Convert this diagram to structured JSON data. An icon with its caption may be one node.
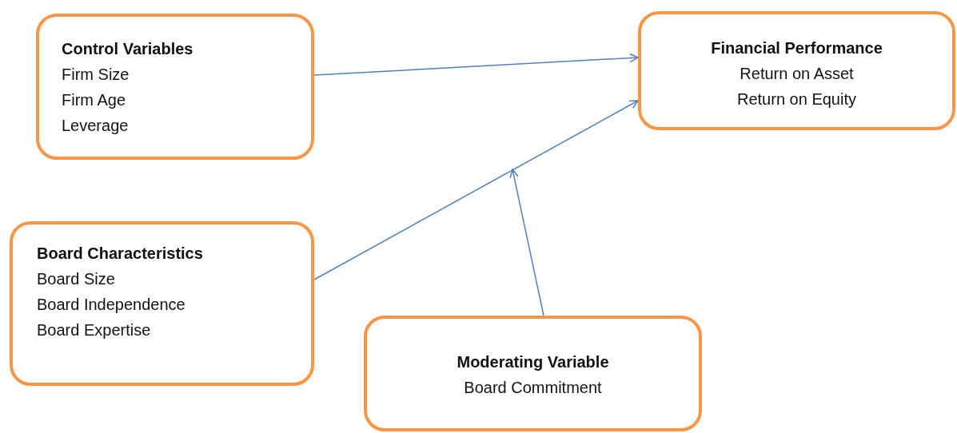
{
  "diagram": {
    "nodes": [
      {
        "text": [
          "Control Variables",
          "Firm Size",
          "Firm Age",
          "Leverage"
        ]
      },
      {
        "text": [
          "Financial Performance",
          "Return on Asset",
          "Return on Equity"
        ]
      },
      {
        "text": [
          "Board Characteristics",
          "Board Size",
          "Board Independence",
          "Board Expertise"
        ]
      },
      {
        "text": [
          "Moderating Variable",
          "Board Commitment"
        ]
      }
    ],
    "edges": [
      {
        "from": 0,
        "to": 1,
        "arrow": "to"
      },
      {
        "from": 2,
        "to": 1,
        "arrow": "to"
      },
      {
        "from": 3,
        "to": null,
        "arrow": "to"
      }
    ]
  }
}
